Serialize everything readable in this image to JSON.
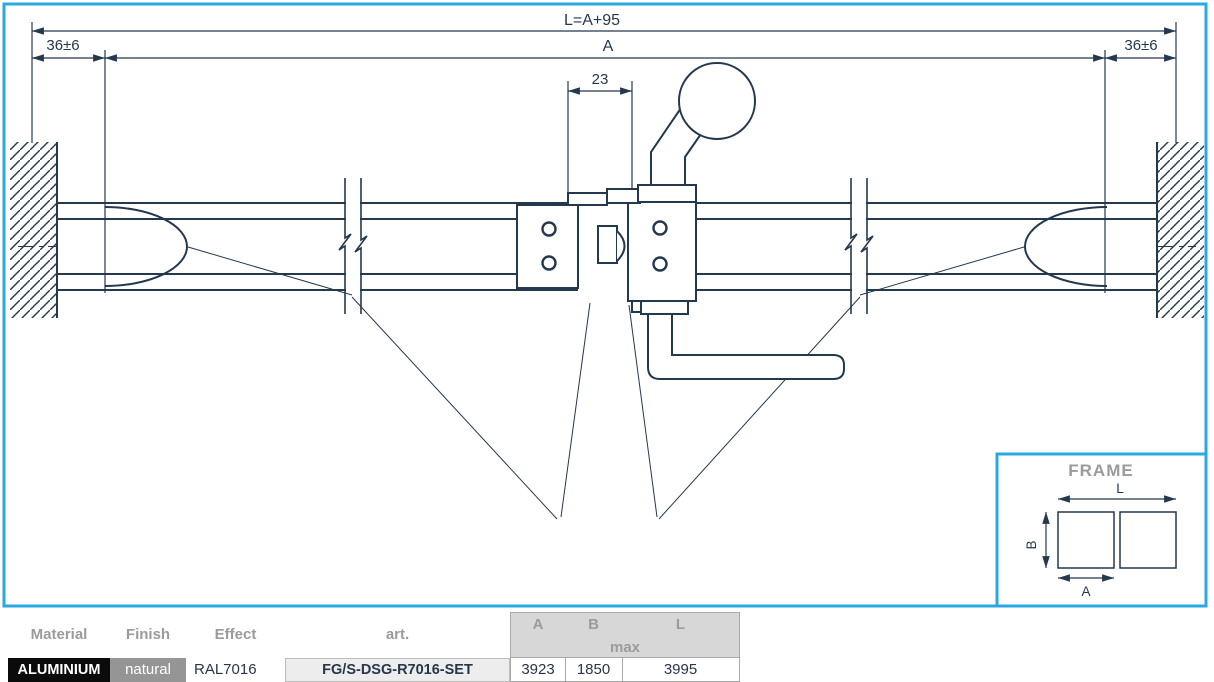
{
  "colors": {
    "line": "#24384e",
    "frame_blue": "#29a9e0",
    "header_text": "#9b9b9b",
    "material_bg": "#0b0b0b",
    "finish_bg": "#959595",
    "abl_header_bg": "#d7d7d7",
    "art_cell_bg": "#ededed",
    "grid_line": "#a9a9a9",
    "value_text": "#26374a"
  },
  "drawing": {
    "dim_total_label": "L=A+95",
    "dim_a_label": "A",
    "dim_left_label": "36±6",
    "dim_right_label": "36±6",
    "dim_center_label": "23"
  },
  "frame_inset": {
    "title": "FRAME",
    "dim_l": "L",
    "dim_b": "B",
    "dim_a": "A"
  },
  "table": {
    "headers": {
      "material": "Material",
      "finish": "Finish",
      "effect": "Effect",
      "art": "art.",
      "a": "A",
      "b": "B",
      "l": "L",
      "max": "max"
    },
    "row": {
      "material": "ALUMINIUM",
      "finish": "natural",
      "effect": "RAL7016",
      "art": "FG/S-DSG-R7016-SET",
      "a": "3923",
      "b": "1850",
      "l": "3995"
    }
  }
}
